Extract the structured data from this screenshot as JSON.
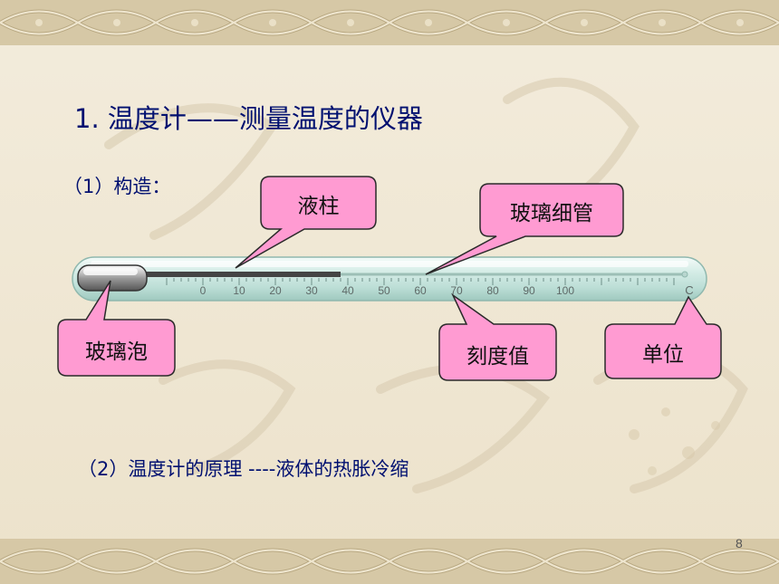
{
  "slide": {
    "title": "1. 温度计——测量温度的仪器",
    "structure_label": "（1）构造：",
    "principle_label": "（2）温度计的原理  ----液体的热胀冷缩",
    "page_number": "8"
  },
  "thermometer": {
    "scale_labels": [
      "0",
      "10",
      "20",
      "30",
      "40",
      "50",
      "60",
      "70",
      "80",
      "90",
      "100"
    ],
    "unit_symbol": "C",
    "liquid_reading": 38
  },
  "callouts": {
    "liquid_column": "液柱",
    "glass_tube": "玻璃细管",
    "glass_bulb": "玻璃泡",
    "scale_value": "刻度值",
    "unit": "单位"
  },
  "colors": {
    "title_text": "#001070",
    "callout_fill": "#ff9bd2",
    "callout_stroke": "#2a2a2a",
    "liquid": "#444444",
    "tube": "#cfe8e2"
  }
}
